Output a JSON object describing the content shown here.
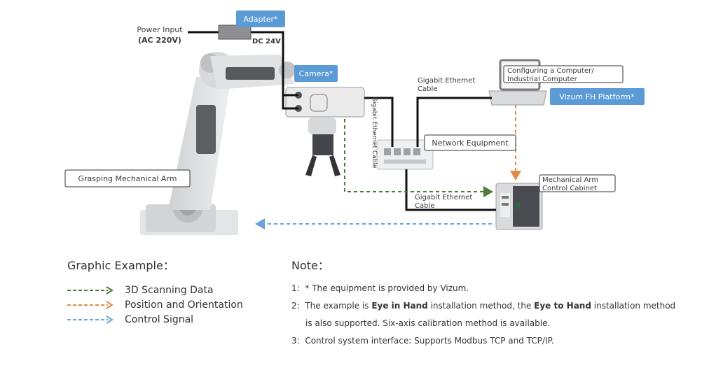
{
  "labels": {
    "power_input_line1": "Power Input",
    "power_input_line2": "(AC 220V)",
    "adapter": "Adapter*",
    "dc_24v": "DC 24V",
    "camera": "Camera*",
    "gigabit_cable_vertical": "Gigabit Ethernet Cable",
    "gigabit_cable_top_line1": "Gigabit Ethernet",
    "gigabit_cable_top_line2": "Cable",
    "computer_line1": "Configuring a Computer/",
    "computer_line2": "Industrial Computer",
    "platform": "Vizum FH Platform*",
    "network_equipment": "Network Equipment",
    "grasping_arm": "Grasping Mechanical Arm",
    "cabinet_line1": "Mechanical Arm",
    "cabinet_line2": "Control Cabinet",
    "gigabit_cable_bottom_line1": "Gigabit Ethernet",
    "gigabit_cable_bottom_line2": "Cable"
  },
  "legend": {
    "title": "Graphic Example：",
    "items": [
      {
        "label": "3D Scanning Data",
        "color": "#4e7a3a"
      },
      {
        "label": "Position and Orientation",
        "color": "#e08a4a"
      },
      {
        "label": "Control Signal",
        "color": "#6aa3d8"
      }
    ]
  },
  "notes": {
    "title": "Note：",
    "n1_num": "1:",
    "n1_text": "* The equipment is provided by Vizum.",
    "n2_num": "2:",
    "n2_a": "The example is ",
    "n2_b": "Eye in Hand",
    "n2_c": " installation method, the ",
    "n2_d": "Eye to Hand",
    "n2_e": " installation method",
    "n2_cont": "is also supported. Six-axis calibration method is available.",
    "n3_num": "3:",
    "n3_text": "Control system interface: Supports Modbus TCP and TCP/IP."
  },
  "colors": {
    "accent_blue": "#5b9bd5",
    "scan_green": "#4e7a3a",
    "pose_orange": "#e08a4a",
    "control_blue": "#6aa3d8"
  }
}
